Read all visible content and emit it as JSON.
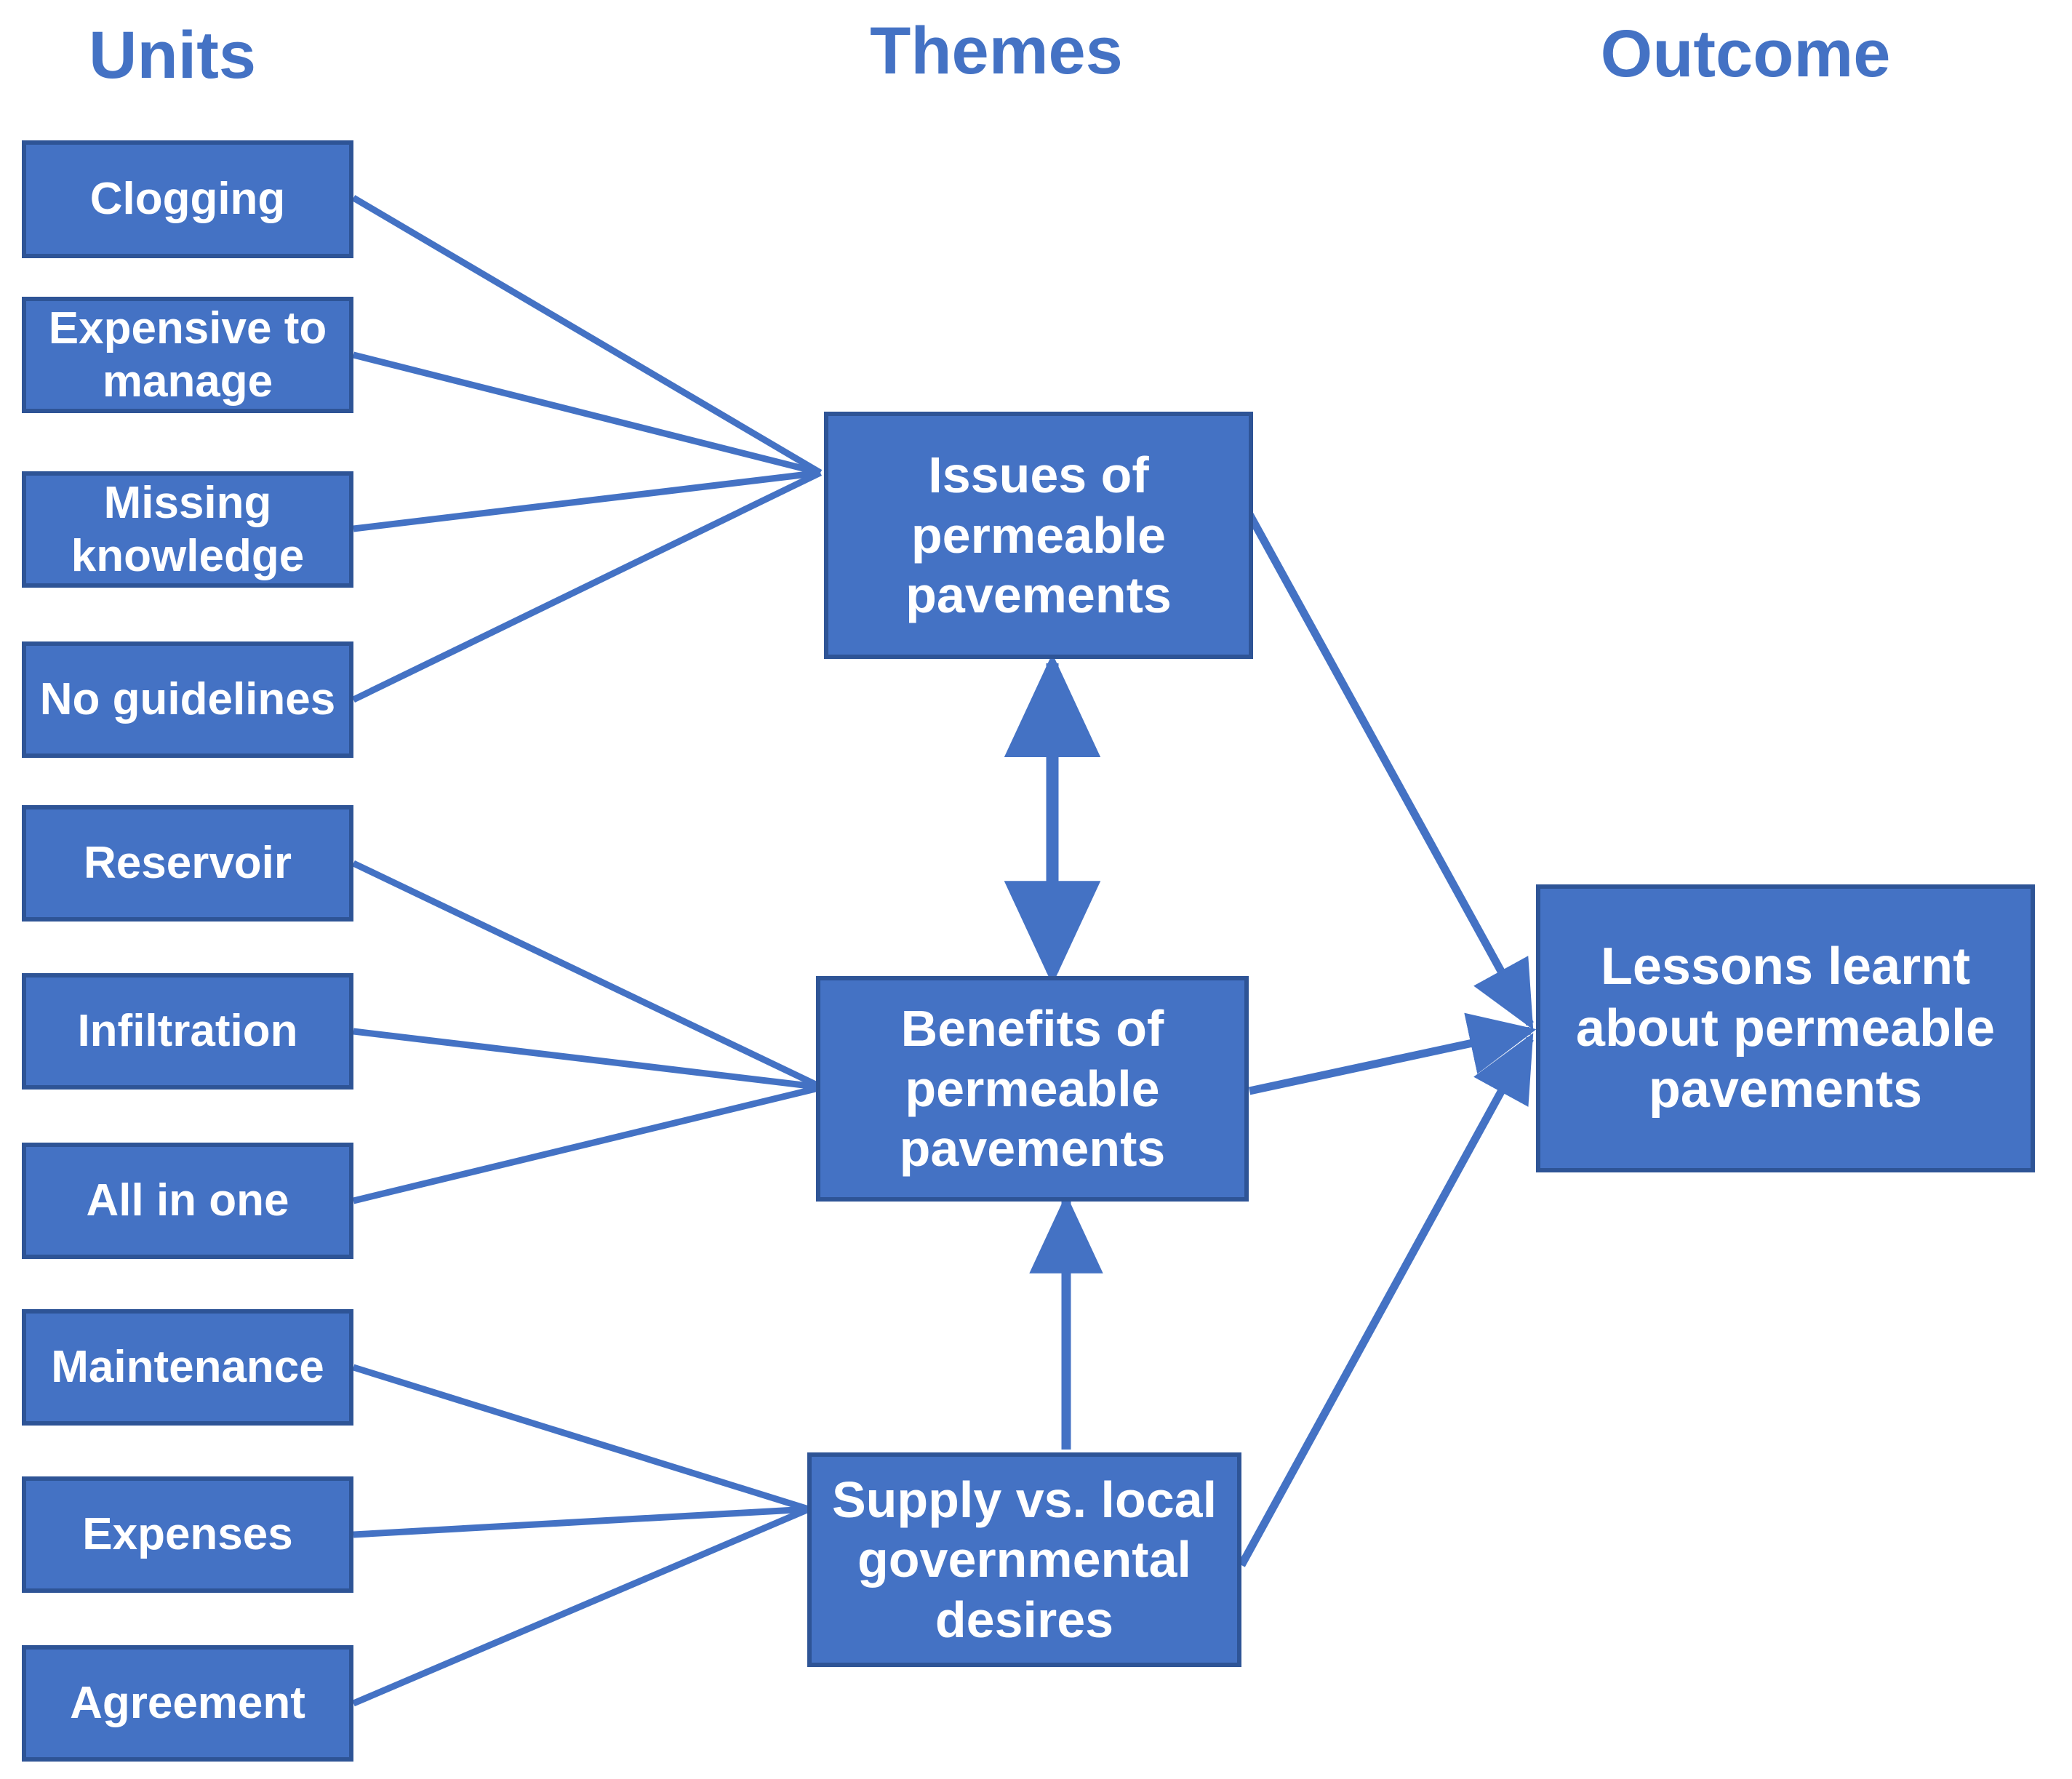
{
  "columns": [
    {
      "id": "units",
      "label": "Units"
    },
    {
      "id": "themes",
      "label": "Themes"
    },
    {
      "id": "outcome",
      "label": "Outcome"
    }
  ],
  "colors": {
    "node_fill": "#4472C4",
    "node_border": "#2E5496",
    "node_text": "#FFFFFF",
    "header_text": "#4472C4",
    "connector": "#4472C4",
    "background": "#FFFFFF"
  },
  "units": [
    {
      "id": "clogging",
      "label": "Clogging"
    },
    {
      "id": "expensive-manage",
      "label": "Expensive to manage"
    },
    {
      "id": "missing-knowledge",
      "label": "Missing knowledge"
    },
    {
      "id": "no-guidelines",
      "label": "No guidelines"
    },
    {
      "id": "reservoir",
      "label": "Reservoir"
    },
    {
      "id": "infiltration",
      "label": "Infiltration"
    },
    {
      "id": "all-in-one",
      "label": "All in one"
    },
    {
      "id": "maintenance",
      "label": "Maintenance"
    },
    {
      "id": "expenses",
      "label": "Expenses"
    },
    {
      "id": "agreement",
      "label": "Agreement"
    }
  ],
  "themes": [
    {
      "id": "issues",
      "label": "Issues of permeable pavements"
    },
    {
      "id": "benefits",
      "label": "Benefits of permeable pavements"
    },
    {
      "id": "supply",
      "label": "Supply vs. local governmental desires"
    }
  ],
  "outcome": [
    {
      "id": "lessons",
      "label": "Lessons learnt about permeable pavements"
    }
  ],
  "connections": [
    {
      "from": "clogging",
      "to": "issues",
      "type": "line"
    },
    {
      "from": "expensive-manage",
      "to": "issues",
      "type": "line"
    },
    {
      "from": "missing-knowledge",
      "to": "issues",
      "type": "line"
    },
    {
      "from": "no-guidelines",
      "to": "issues",
      "type": "line"
    },
    {
      "from": "reservoir",
      "to": "benefits",
      "type": "line"
    },
    {
      "from": "infiltration",
      "to": "benefits",
      "type": "line"
    },
    {
      "from": "all-in-one",
      "to": "benefits",
      "type": "line"
    },
    {
      "from": "maintenance",
      "to": "supply",
      "type": "line"
    },
    {
      "from": "expenses",
      "to": "supply",
      "type": "line"
    },
    {
      "from": "agreement",
      "to": "supply",
      "type": "line"
    },
    {
      "from": "issues",
      "to": "benefits",
      "type": "double-arrow"
    },
    {
      "from": "supply",
      "to": "benefits",
      "type": "arrow"
    },
    {
      "from": "issues",
      "to": "lessons",
      "type": "arrow"
    },
    {
      "from": "benefits",
      "to": "lessons",
      "type": "arrow"
    },
    {
      "from": "supply",
      "to": "lessons",
      "type": "arrow"
    }
  ]
}
